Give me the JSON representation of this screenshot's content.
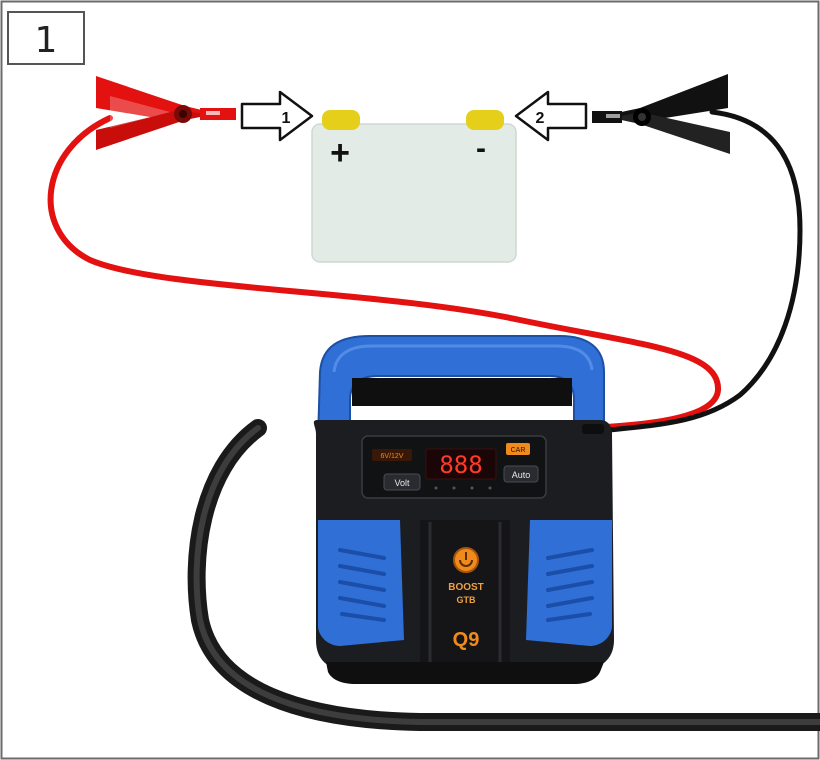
{
  "figure": {
    "step_number": "1"
  },
  "battery": {
    "positive_symbol": "+",
    "negative_symbol": "-"
  },
  "arrows": {
    "positive_step": "1",
    "negative_step": "2"
  },
  "charger": {
    "display_value": "888",
    "mode_label_left": "6V/12V",
    "mode_label_right": "CAR",
    "volt_button": "Volt",
    "auto_button": "Auto",
    "boost_label": "BOOST",
    "boost_sublabel": "GTB",
    "brand_logo": "Q9"
  },
  "colors": {
    "positive_cable": "#e3110f",
    "negative_cable": "#111111",
    "terminal": "#e6cf1a",
    "battery_body": "#e3ebe6",
    "charger_blue": "#2f6fd6",
    "charger_body": "#1c1d20",
    "display_red": "#ff3a2a",
    "accent_orange": "#f08a1c"
  }
}
